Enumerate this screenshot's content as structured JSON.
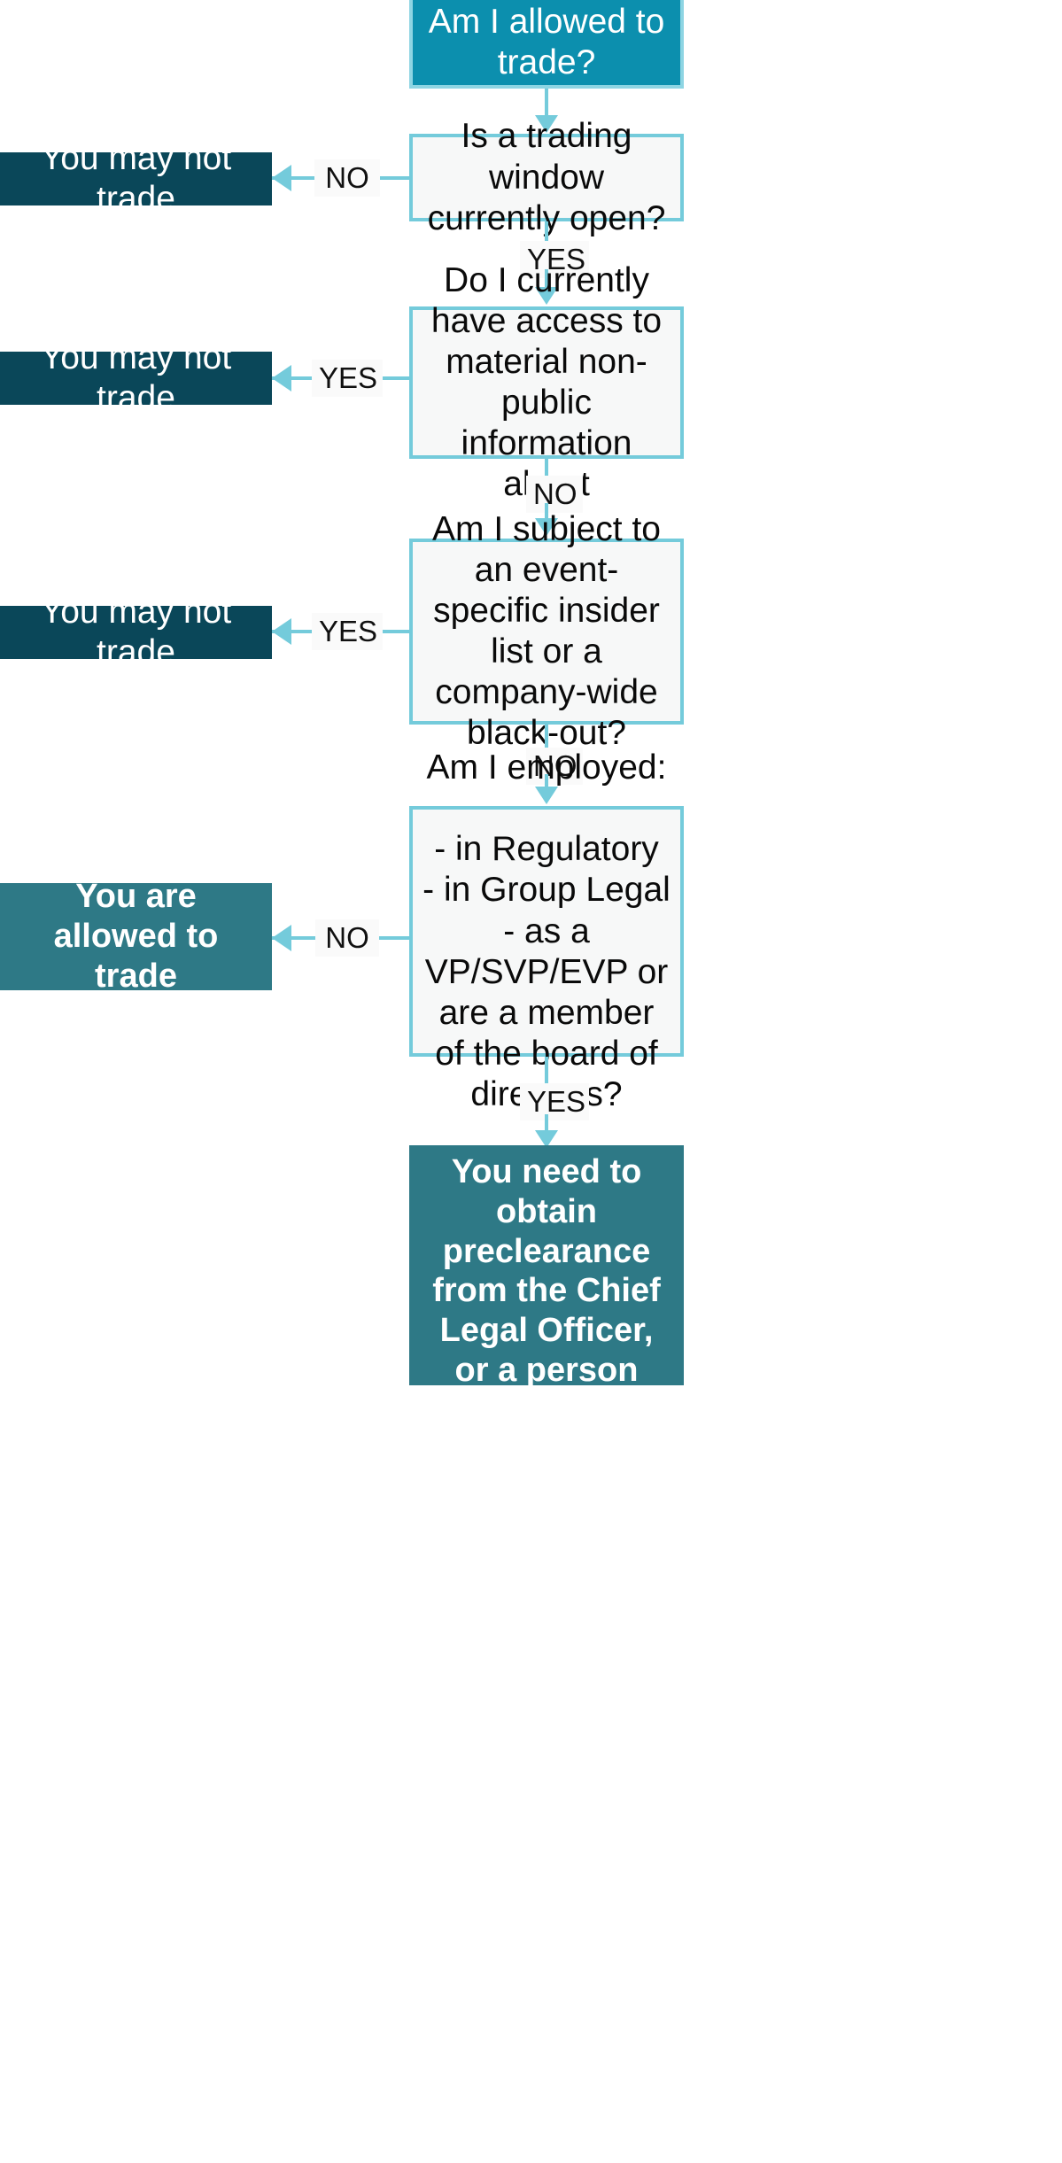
{
  "diagram": {
    "title": "Am I allowed to trade?",
    "nodes": {
      "start": "Am I allowed to trade?",
      "q_window": "Is a trading window currently open?",
      "q_mnpi": "Do I currently have access to material non-public information about",
      "q_insider": "Am I subject to an event-specific insider list or a company-wide black-out?",
      "q_employed": "Am I employed:\n\n- in Regulatory\n- in Group Legal\n- as a VP/SVP/EVP or are a member of the board of directors?",
      "deny_1": "You may not trade",
      "deny_2": "You may not trade",
      "deny_3": "You may not trade",
      "allow": "You are allowed to trade",
      "preclearance": "You need to obtain preclearance from the Chief Legal Officer, or a person authorized by the Chief Legal Officer"
    },
    "edge_labels": {
      "window_no": "NO",
      "window_yes": "YES",
      "mnpi_yes": "YES",
      "mnpi_no": "NO",
      "insider_yes": "YES",
      "insider_no": "NO",
      "employed_no": "NO",
      "employed_yes": "YES"
    },
    "colors": {
      "start_fill": "#0c8fae",
      "deny_fill": "#0a4759",
      "allow_fill": "#2e7986",
      "preclearance_fill": "#2e7986",
      "question_fill": "#f7f8f8",
      "border": "#74cbdb",
      "connector": "#74cbdb",
      "text_light": "#ffffff",
      "text_dark": "#0a0a0a"
    }
  }
}
